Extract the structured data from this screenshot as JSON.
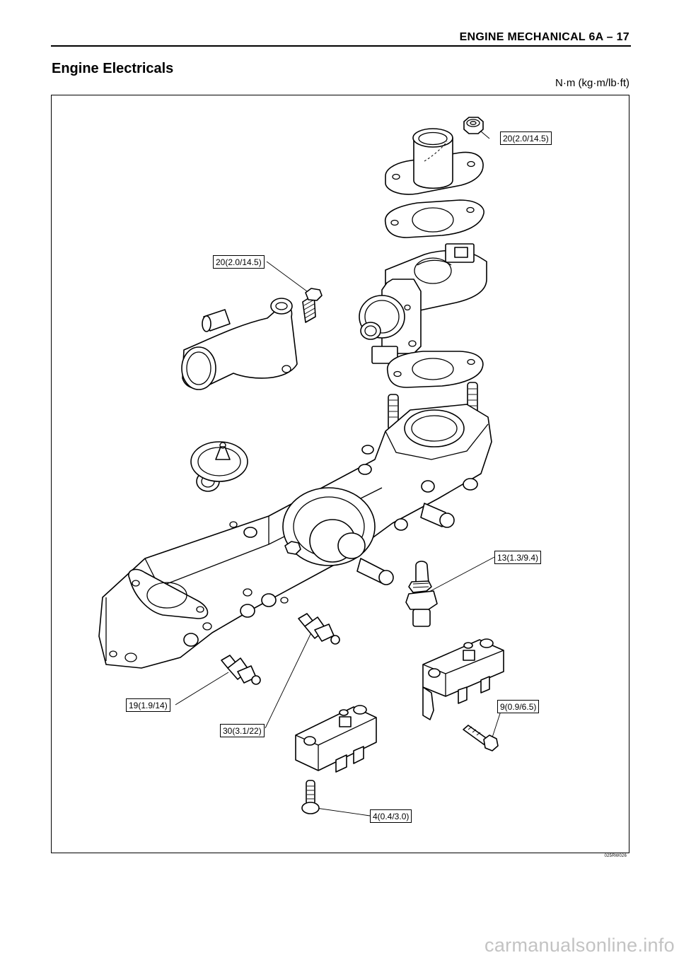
{
  "header": {
    "title": "ENGINE MECHANICAL  6A – 17"
  },
  "section": {
    "title": "Engine Electricals",
    "units": "N·m (kg·m/lb·ft)"
  },
  "figure": {
    "code": "025RW026",
    "callouts": [
      {
        "id": "outlet-nut",
        "label": "20(2.0/14.5)"
      },
      {
        "id": "housing-bolt",
        "label": "20(2.0/14.5)"
      },
      {
        "id": "temp-sensor-13",
        "label": "13(1.3/9.4)"
      },
      {
        "id": "sender-19",
        "label": "19(1.9/14)"
      },
      {
        "id": "sender-30",
        "label": "30(3.1/22)"
      },
      {
        "id": "bracket-bolt-9",
        "label": "9(0.9/6.5)"
      },
      {
        "id": "module-screw-4",
        "label": "4(0.4/3.0)"
      }
    ]
  },
  "watermark": "carmanualsonline.info"
}
